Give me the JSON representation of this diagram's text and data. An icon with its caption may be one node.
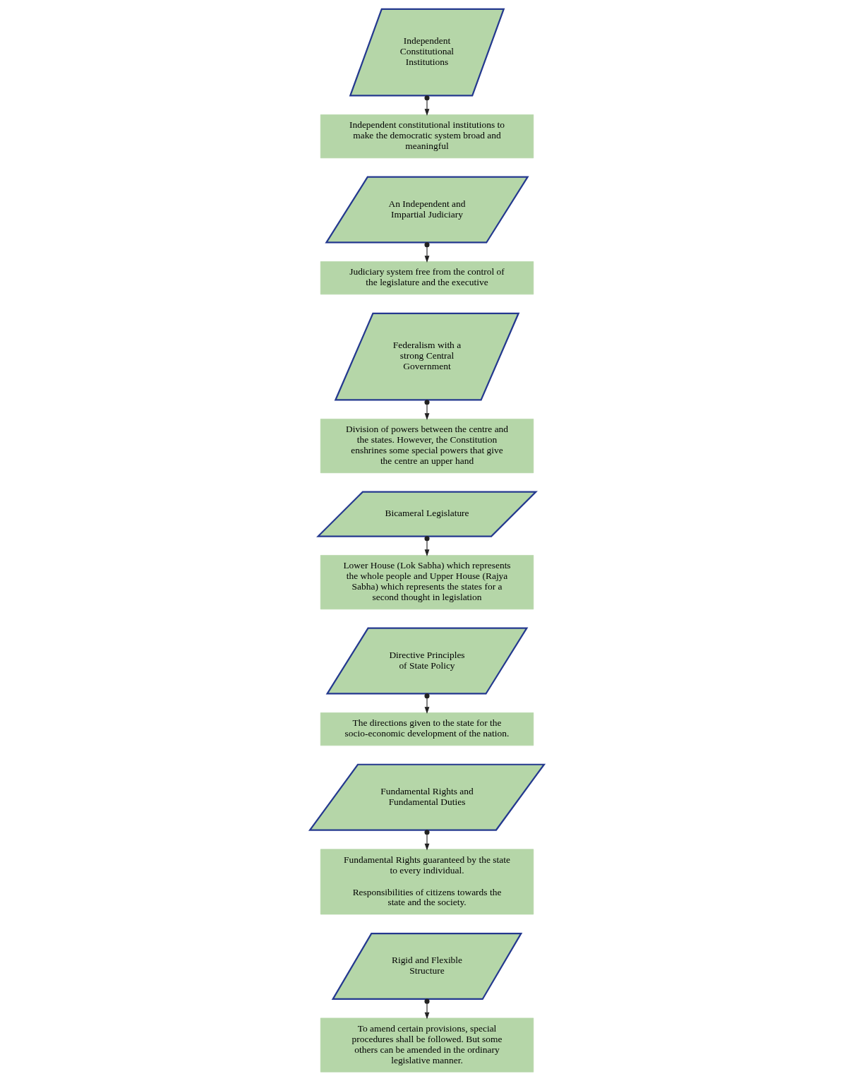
{
  "diagram": {
    "nodes": [
      {
        "text": [
          "Rigid and Flexible Structure"
        ]
      },
      {
        "text": [
          "To amend certain provisions, special procedures shall be followed. But some others can be amended in the ordinary legislative manner."
        ]
      },
      {
        "text": [
          "Fundamental Rights and Fundamental Duties"
        ]
      },
      {
        "text": [
          "Fundamental Rights guaranteed by the state to every individual.",
          "Responsibilities of citizens towards the state and the society."
        ]
      },
      {
        "text": [
          "Directive Principles of State Policy"
        ]
      },
      {
        "text": [
          "The directions given to the state for the socio-economic development of the nation."
        ]
      },
      {
        "text": [
          "Bicameral Legislature"
        ]
      },
      {
        "text": [
          "Lower House (Lok Sabha) which represents the whole people and Upper House (Rajya Sabha) which represents the states for a second thought in legislation"
        ]
      },
      {
        "text": [
          "Federalism with a strong Central Government"
        ]
      },
      {
        "text": [
          "Division of powers between the centre and the states. However, the Constitution enshrines some special powers that give the centre an upper hand"
        ]
      },
      {
        "text": [
          "An Independent and Impartial Judiciary"
        ]
      },
      {
        "text": [
          "Judiciary system free from the control of the legislature and the executive"
        ]
      },
      {
        "text": [
          "Independent Constitutional Institutions"
        ]
      },
      {
        "text": [
          "Independent constitutional institutions to make the democratic system broad and meaningful"
        ]
      }
    ],
    "edges": [
      {
        "from": 0,
        "to": 1,
        "arrow": "to"
      },
      {
        "from": 2,
        "to": 3,
        "arrow": "to"
      },
      {
        "from": 4,
        "to": 5,
        "arrow": "to"
      },
      {
        "from": 6,
        "to": 7,
        "arrow": "to"
      },
      {
        "from": 8,
        "to": 9,
        "arrow": "to"
      },
      {
        "from": 10,
        "to": 11,
        "arrow": "to"
      },
      {
        "from": 12,
        "to": 13,
        "arrow": "to"
      }
    ]
  }
}
